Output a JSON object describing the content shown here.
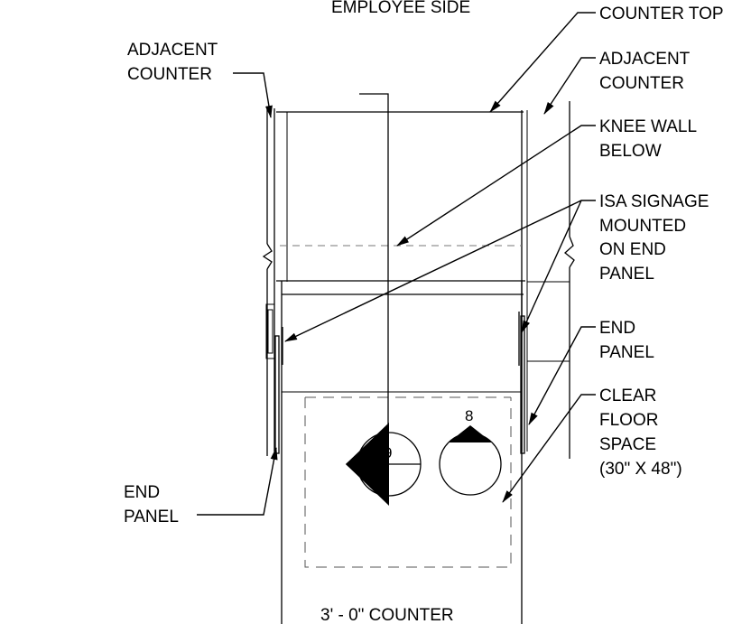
{
  "labels": {
    "employee_side": "EMPLOYEE SIDE",
    "counter_top": "COUNTER TOP",
    "adjacent_counter_left_1": "ADJACENT",
    "adjacent_counter_left_2": "COUNTER",
    "adjacent_counter_right_1": "ADJACENT",
    "adjacent_counter_right_2": "COUNTER",
    "knee_wall_1": "KNEE WALL",
    "knee_wall_2": "BELOW",
    "isa_signage_1": "ISA SIGNAGE",
    "isa_signage_2": "MOUNTED",
    "isa_signage_3": "ON END",
    "isa_signage_4": "PANEL",
    "end_panel_right_1": "END",
    "end_panel_right_2": "PANEL",
    "clear_floor_1": "CLEAR",
    "clear_floor_2": "FLOOR",
    "clear_floor_3": "SPACE",
    "clear_floor_4": "(30\" X 48\")",
    "end_panel_left_1": "END",
    "end_panel_left_2": "PANEL",
    "counter_width": "3' - 0\" COUNTER"
  },
  "markers": {
    "section_9": "9",
    "elevation_8": "8"
  }
}
